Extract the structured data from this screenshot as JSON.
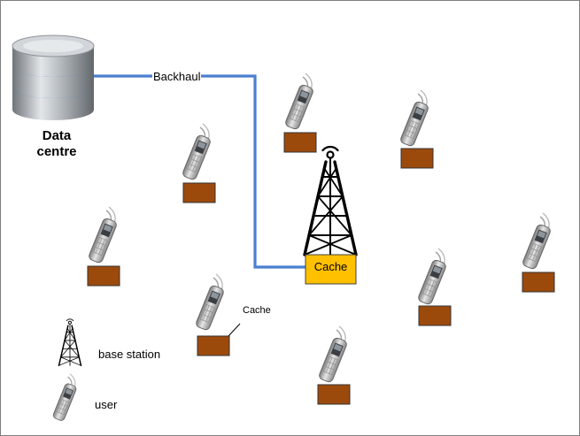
{
  "labels": {
    "data_centre": "Data centre",
    "backhaul": "Backhaul",
    "cache_base_station": "Cache",
    "cache_user": "Cache"
  },
  "legend": {
    "base_station": "base station",
    "user": "user"
  },
  "colors": {
    "backhaul_line": "#4a7fd0",
    "base_station_cache": "#ffc000",
    "user_cache": "#9c4a0c",
    "frame": "#7f7f7f"
  }
}
